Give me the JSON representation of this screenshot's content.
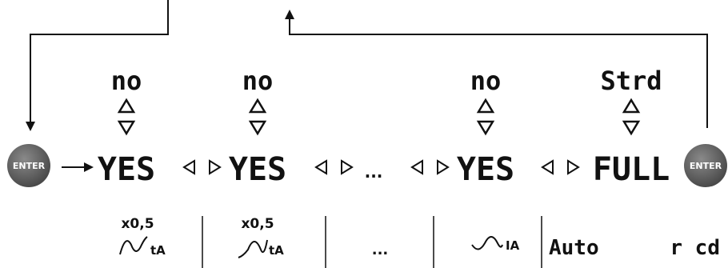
{
  "diagram": {
    "enter_left_label": "ENTER",
    "enter_right_label": "ENTER",
    "columns": [
      {
        "top": "no",
        "bottom": "YES"
      },
      {
        "top": "no",
        "bottom": "YES"
      },
      {
        "top": "no",
        "bottom": "YES"
      },
      {
        "top": "Strd",
        "bottom": "FULL"
      }
    ],
    "ellipsis_row": "...",
    "bottom_row": {
      "item1_multiplier": "x0,5",
      "item1_label": "tA",
      "item2_multiplier": "x0,5",
      "item2_label": "tA",
      "ellipsis": "...",
      "item4_label": "IA",
      "item5_left": "Auto",
      "item5_right": "r cd"
    }
  }
}
